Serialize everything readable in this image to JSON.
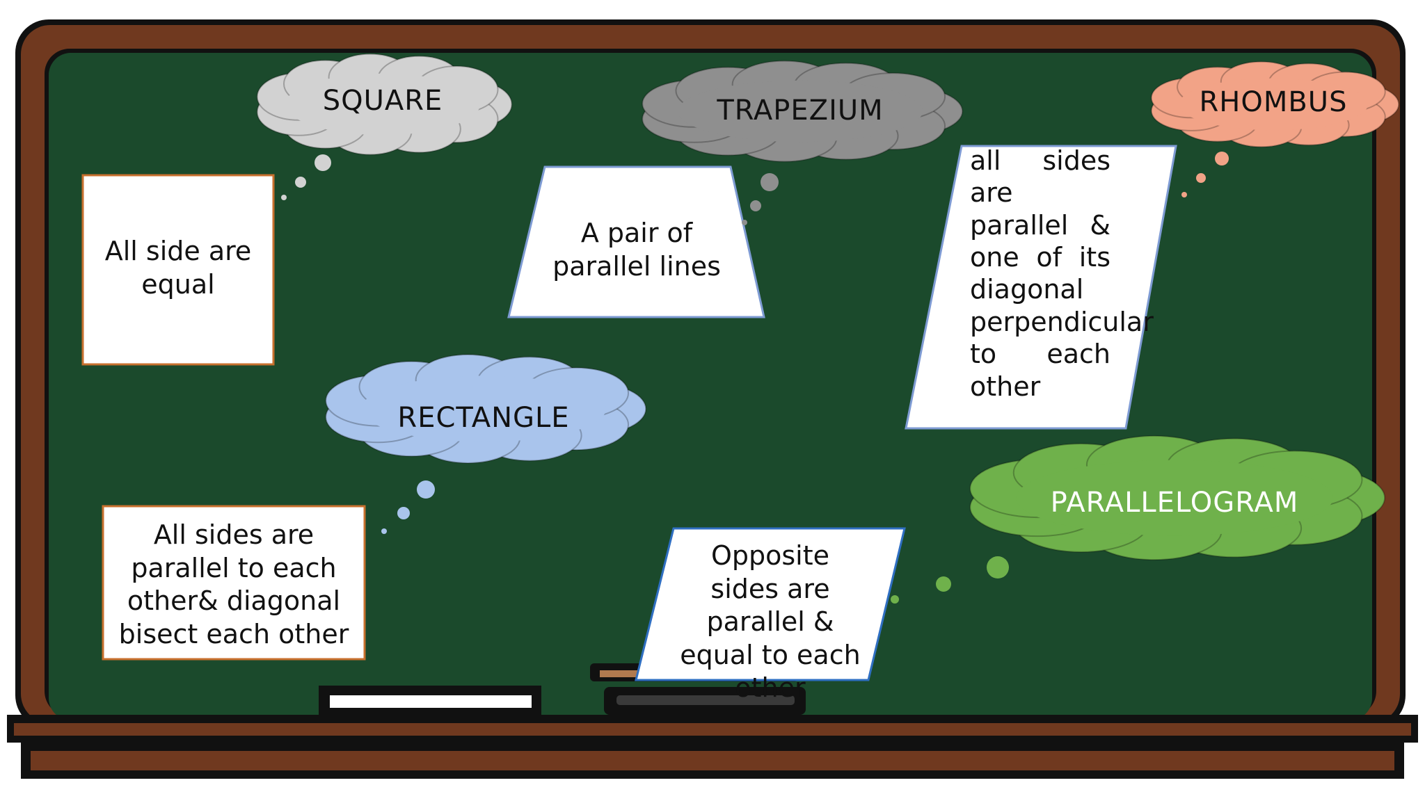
{
  "colors": {
    "board": "#1b4a2c",
    "frame": "#70391f",
    "frame_dark": "#1a1a1a",
    "cloud_square": "#d2d2d2",
    "cloud_trapezium": "#8f8f8f",
    "cloud_rhombus": "#f2a387",
    "cloud_rectangle": "#a9c4ec",
    "cloud_parallelogram": "#6fb14b"
  },
  "clouds": {
    "square": "SQUARE",
    "trapezium": "TRAPEZIUM",
    "rhombus": "RHOMBUS",
    "rectangle": "RECTANGLE",
    "parallelogram": "PARALLELOGRAM"
  },
  "boxes": {
    "square": "All side are equal",
    "trapezium": "A pair of parallel lines",
    "rhombus": "all sides are parallel & one of its diagonal perpendicular to each other",
    "rectangle": "All sides are parallel to each other& diagonal bisect each other",
    "parallelogram": "Opposite sides are parallel & equal to each other"
  }
}
